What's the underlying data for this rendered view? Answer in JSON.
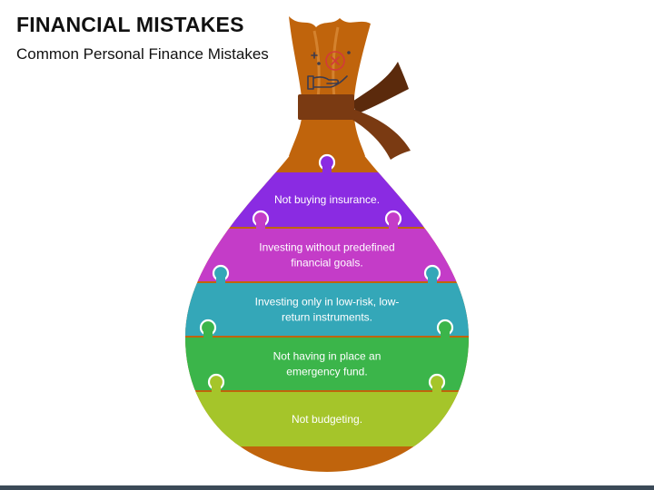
{
  "header": {
    "title": "FINANCIAL MISTAKES",
    "subtitle": "Common Personal Finance Mistakes"
  },
  "colors": {
    "bag": "#c0640c",
    "bag_tie": "#7a3a12",
    "bag_tie_dark": "#5b2a0c",
    "icon": "#3b3b4f",
    "icon_accent": "#d23a3a",
    "bottom_bar": "#3b4a58"
  },
  "icon": {
    "name": "no-money-hand-icon"
  },
  "layers": [
    {
      "lines": [
        "Not buying insurance."
      ],
      "color": "#8a2be2"
    },
    {
      "lines": [
        "Investing without predefined",
        "financial goals."
      ],
      "color": "#c43cc8"
    },
    {
      "lines": [
        "Investing only in low-risk, low-",
        "return instruments."
      ],
      "color": "#34a7b8"
    },
    {
      "lines": [
        "Not having in place an",
        "emergency fund."
      ],
      "color": "#3bb54a"
    },
    {
      "lines": [
        "Not budgeting."
      ],
      "color": "#a5c52a"
    }
  ]
}
